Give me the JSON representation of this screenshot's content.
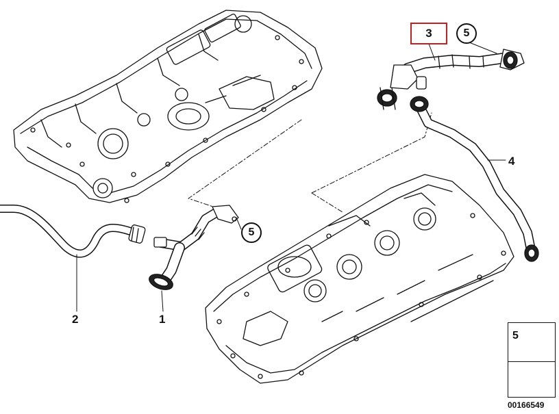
{
  "callouts": {
    "part_1": "1",
    "part_2": "2",
    "part_3": "3",
    "part_4": "4",
    "part_5_top": "5",
    "part_5_mid": "5"
  },
  "legend": {
    "part_number": "5"
  },
  "diagram_id": "00166549",
  "colors": {
    "line": "#111111",
    "highlight_box": "#c41e1e",
    "background": "#ffffff"
  }
}
